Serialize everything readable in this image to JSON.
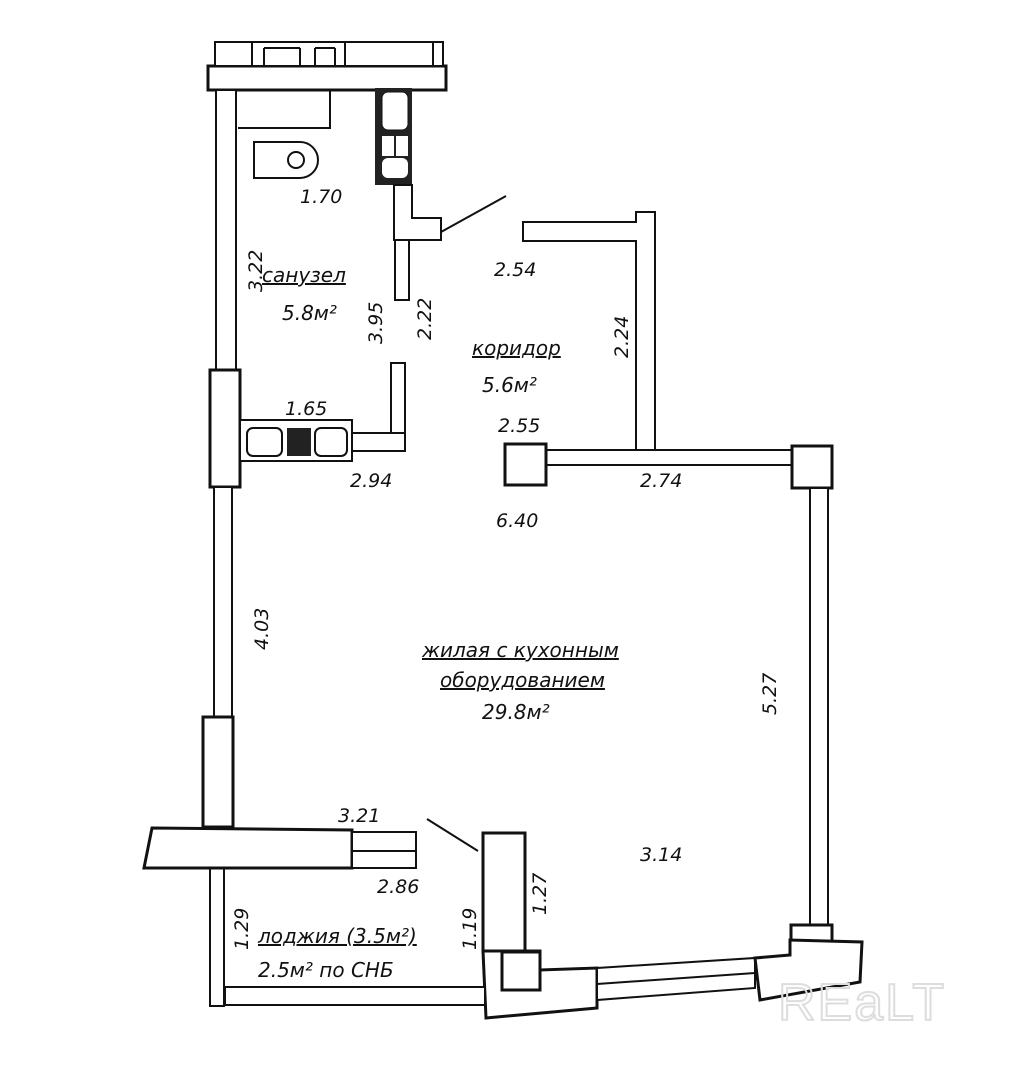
{
  "rooms": {
    "bathroom": {
      "name": "санузел",
      "area": "5.8м²"
    },
    "corridor": {
      "name": "коридор",
      "area": "5.6м²"
    },
    "living": {
      "name_line1": "жилая с кухонным",
      "name_line2": "оборудованием",
      "area": "29.8м²"
    },
    "loggia": {
      "name": "лоджия (3.5м²)",
      "area_snb": "2.5м² по СНБ"
    }
  },
  "dimensions": {
    "d170": "1.70",
    "d322": "3.22",
    "d395": "3.95",
    "d222": "2.22",
    "d254": "2.54",
    "d224": "2.24",
    "d165": "1.65",
    "d255": "2.55",
    "d294": "2.94",
    "d274": "2.74",
    "d640": "6.40",
    "d403": "4.03",
    "d527": "5.27",
    "d321": "3.21",
    "d314": "3.14",
    "d286": "2.86",
    "d129": "1.29",
    "d119": "1.19",
    "d127": "1.27"
  },
  "watermark": "REaLT"
}
